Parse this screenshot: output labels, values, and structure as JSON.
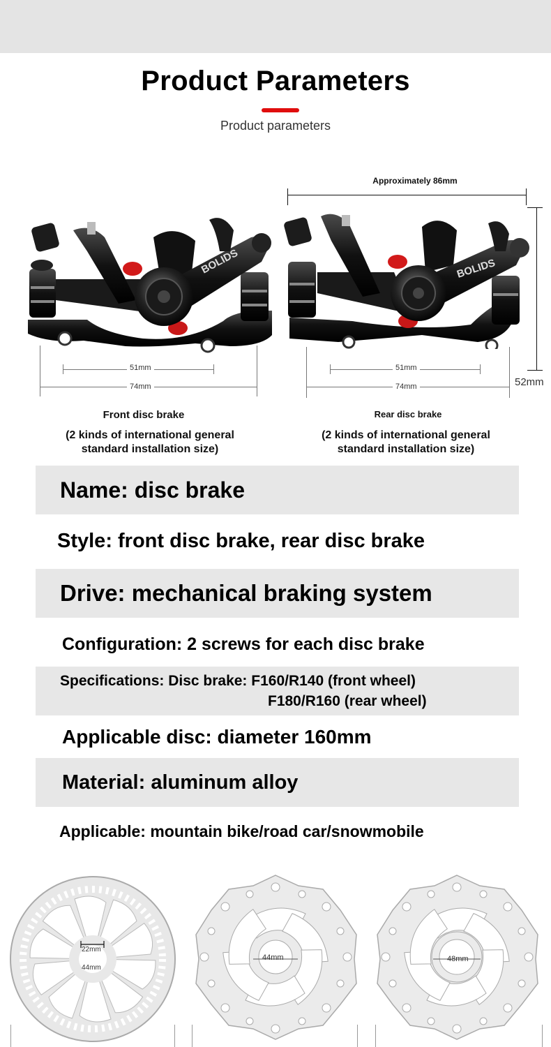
{
  "header": {
    "title": "Product Parameters",
    "subtitle": "Product parameters",
    "accent_color": "#e00d0d",
    "band_color": "#e4e4e4"
  },
  "calipers": [
    {
      "brand": "BOLIDS",
      "name": "Front disc brake",
      "note_line1": "(2 kinds of international general",
      "note_line2": "standard installation size)",
      "dim_inner": "51mm",
      "dim_outer": "74mm"
    },
    {
      "brand": "BOLIDS",
      "name": "Rear disc brake",
      "note_line1": "(2 kinds of international general",
      "note_line2": "standard installation size)",
      "dim_inner": "51mm",
      "dim_outer": "74mm",
      "dim_width": "Approximately 86mm",
      "dim_height": "52mm"
    }
  ],
  "specs": [
    {
      "text": "Name: disc brake",
      "shaded": true
    },
    {
      "text": "Style: front disc brake, rear disc brake",
      "shaded": false
    },
    {
      "text": "Drive: mechanical braking system",
      "shaded": true
    },
    {
      "text": "Configuration: 2 screws for each disc brake",
      "shaded": false
    },
    {
      "text": "Specifications: Disc brake: F160/R140 (front wheel)",
      "text2": "F180/R160 (rear wheel)",
      "shaded": true
    },
    {
      "text": "Applicable disc: diameter 160mm",
      "shaded": false
    },
    {
      "text": "Material: aluminum alloy",
      "shaded": true
    },
    {
      "text": "Applicable: mountain bike/road car/snowmobile",
      "shaded": false
    }
  ],
  "rotors": [
    {
      "dim_a": "22mm",
      "dim_b": "44mm"
    },
    {
      "dim_a": "44mm"
    },
    {
      "dim_a": "48mm"
    }
  ]
}
